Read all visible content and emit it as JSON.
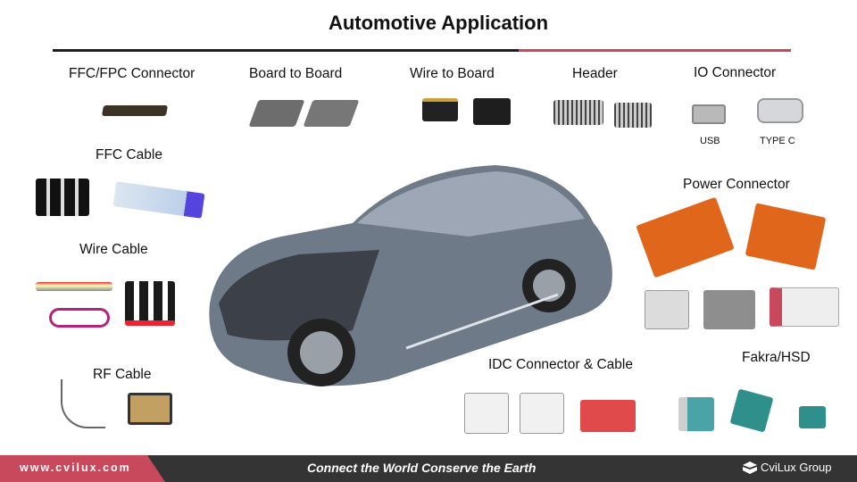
{
  "title": "Automotive Application",
  "categories": {
    "ffc_fpc": "FFC/FPC Connector",
    "board_to_board": "Board to Board",
    "wire_to_board": "Wire to Board",
    "header": "Header",
    "io": "IO Connector",
    "usb": "USB",
    "type_c": "TYPE C",
    "ffc_cable": "FFC Cable",
    "power": "Power Connector",
    "wire_cable": "Wire Cable",
    "rf_cable": "RF Cable",
    "idc": "IDC Connector & Cable",
    "fakra": "Fakra/HSD"
  },
  "footer": {
    "url": "www.cvilux.com",
    "slogan": "Connect the World  Conserve the Earth",
    "brand": "CviLux Group"
  },
  "colors": {
    "accent": "#c8485c",
    "dark": "#343434",
    "orange": "#e0661c",
    "teal": "#2f8f8a"
  }
}
